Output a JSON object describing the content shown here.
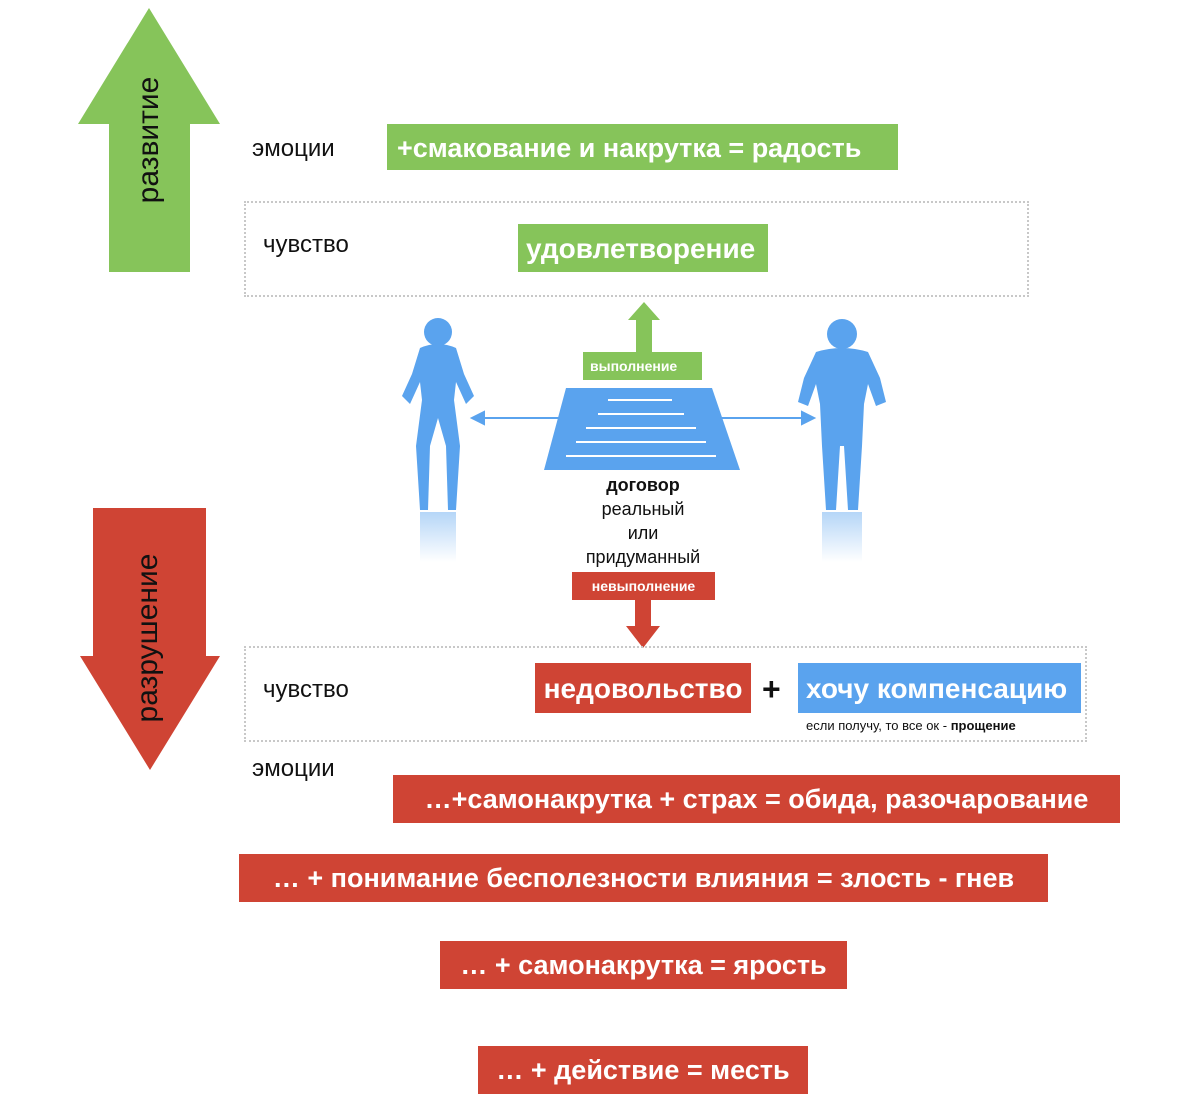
{
  "arrows": {
    "up_label": "развитие",
    "down_label": "разрушение"
  },
  "top": {
    "emotions_label": "эмоции",
    "emotions_box": "+смакование и накрутка = радость",
    "feeling_label": "чувство",
    "feeling_box": "удовлетворение"
  },
  "center": {
    "fulfillment_label": "выполнение",
    "contract_title": "договор",
    "contract_line1": "реальный",
    "contract_line2": "или",
    "contract_line3": "придуманный",
    "nonfulfillment_label": "невыполнение"
  },
  "bottom": {
    "feeling_label": "чувство",
    "dissatisfaction_box": "недовольство",
    "plus_sign": "+",
    "compensation_box": "хочу компенсацию",
    "note_prefix": "если получу, то все ок - ",
    "note_bold": "прощение",
    "emotions_label": "эмоции",
    "chain": [
      "…+самонакрутка + страх = обида, разочарование",
      "… + понимание бесполезности влияния = злость - гнев",
      "… + самонакрутка = ярость",
      "… + действие = месть"
    ]
  },
  "colors": {
    "green": "#86c45a",
    "red": "#cf4434",
    "blue": "#5aa3ee"
  }
}
